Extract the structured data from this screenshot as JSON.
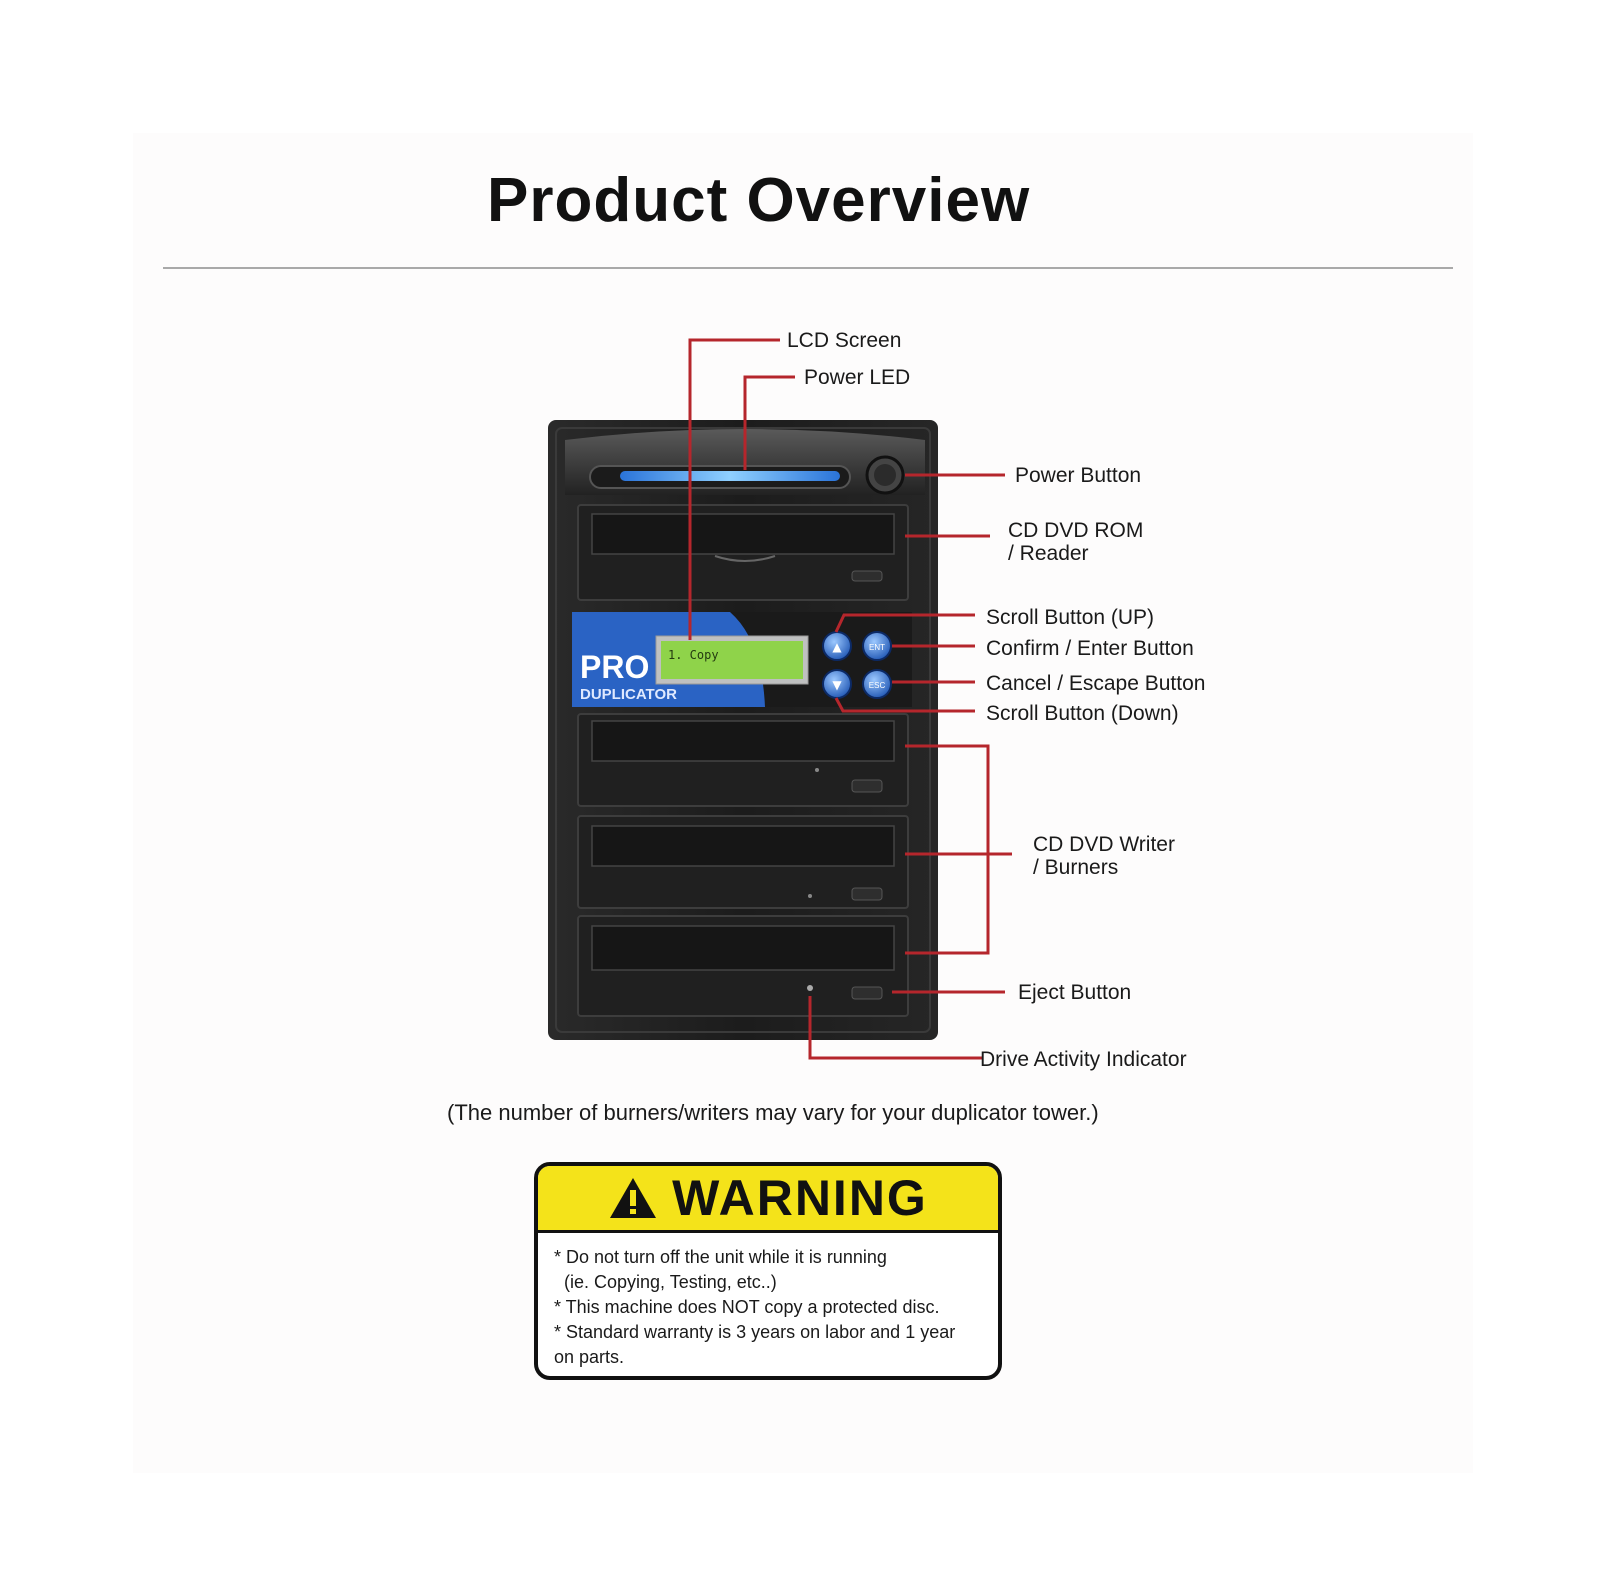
{
  "title": "Product Overview",
  "device": {
    "brand_line1": "PRO",
    "brand_line2": "DUPLICATOR",
    "lcd_text": "1. Copy",
    "button_up": "▲",
    "button_ent": "ENT",
    "button_down": "▼",
    "button_esc": "ESC"
  },
  "labels": {
    "lcd_screen": "LCD Screen",
    "power_led": "Power LED",
    "power_button": "Power Button",
    "reader_line1": "CD DVD ROM",
    "reader_line2": "/ Reader",
    "scroll_up": "Scroll Button (UP)",
    "confirm": "Confirm / Enter Button",
    "cancel": "Cancel / Escape Button",
    "scroll_down": "Scroll Button (Down)",
    "writers_line1": "CD DVD Writer",
    "writers_line2": "/ Burners",
    "eject": "Eject Button",
    "activity": "Drive Activity Indicator"
  },
  "note": "(The number of burners/writers  may vary for your duplicator tower.)",
  "warning": {
    "title": "WARNING",
    "icon": "warning-triangle-icon",
    "lines": [
      "* Do not turn off the unit while it is running",
      "  (ie. Copying, Testing, etc..)",
      "* This machine does NOT copy a protected disc.",
      "* Standard warranty is 3 years on labor and 1 year",
      "on parts."
    ]
  },
  "colors": {
    "leader_line": "#b5262c",
    "warning_yellow": "#f4e31a",
    "brand_blue": "#2a63c4",
    "lcd_green": "#8fd34a"
  }
}
